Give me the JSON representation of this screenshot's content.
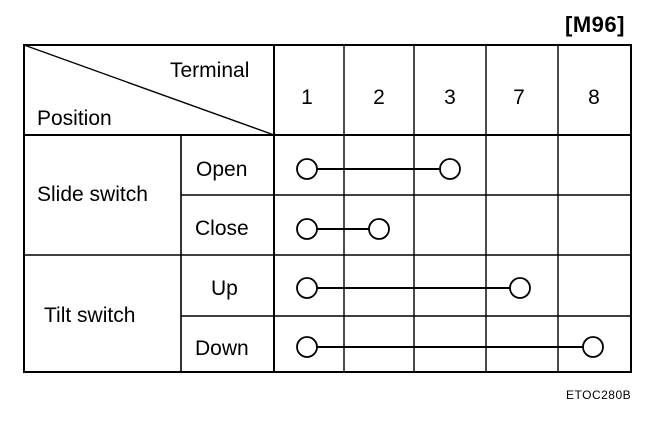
{
  "header": {
    "code": "[M96]"
  },
  "table": {
    "corner": {
      "top_label": "Terminal",
      "bottom_label": "Position"
    },
    "terminals": [
      "1",
      "2",
      "3",
      "7",
      "8"
    ],
    "groups": [
      {
        "label": "Slide switch",
        "rows": [
          {
            "position": "Open",
            "connects": [
              "1",
              "3"
            ]
          },
          {
            "position": "Close",
            "connects": [
              "1",
              "2"
            ]
          }
        ]
      },
      {
        "label": "Tilt switch",
        "rows": [
          {
            "position": "Up",
            "connects": [
              "1",
              "7"
            ]
          },
          {
            "position": "Down",
            "connects": [
              "1",
              "8"
            ]
          }
        ]
      }
    ]
  },
  "footer": {
    "figure_id": "ETOC280B"
  }
}
